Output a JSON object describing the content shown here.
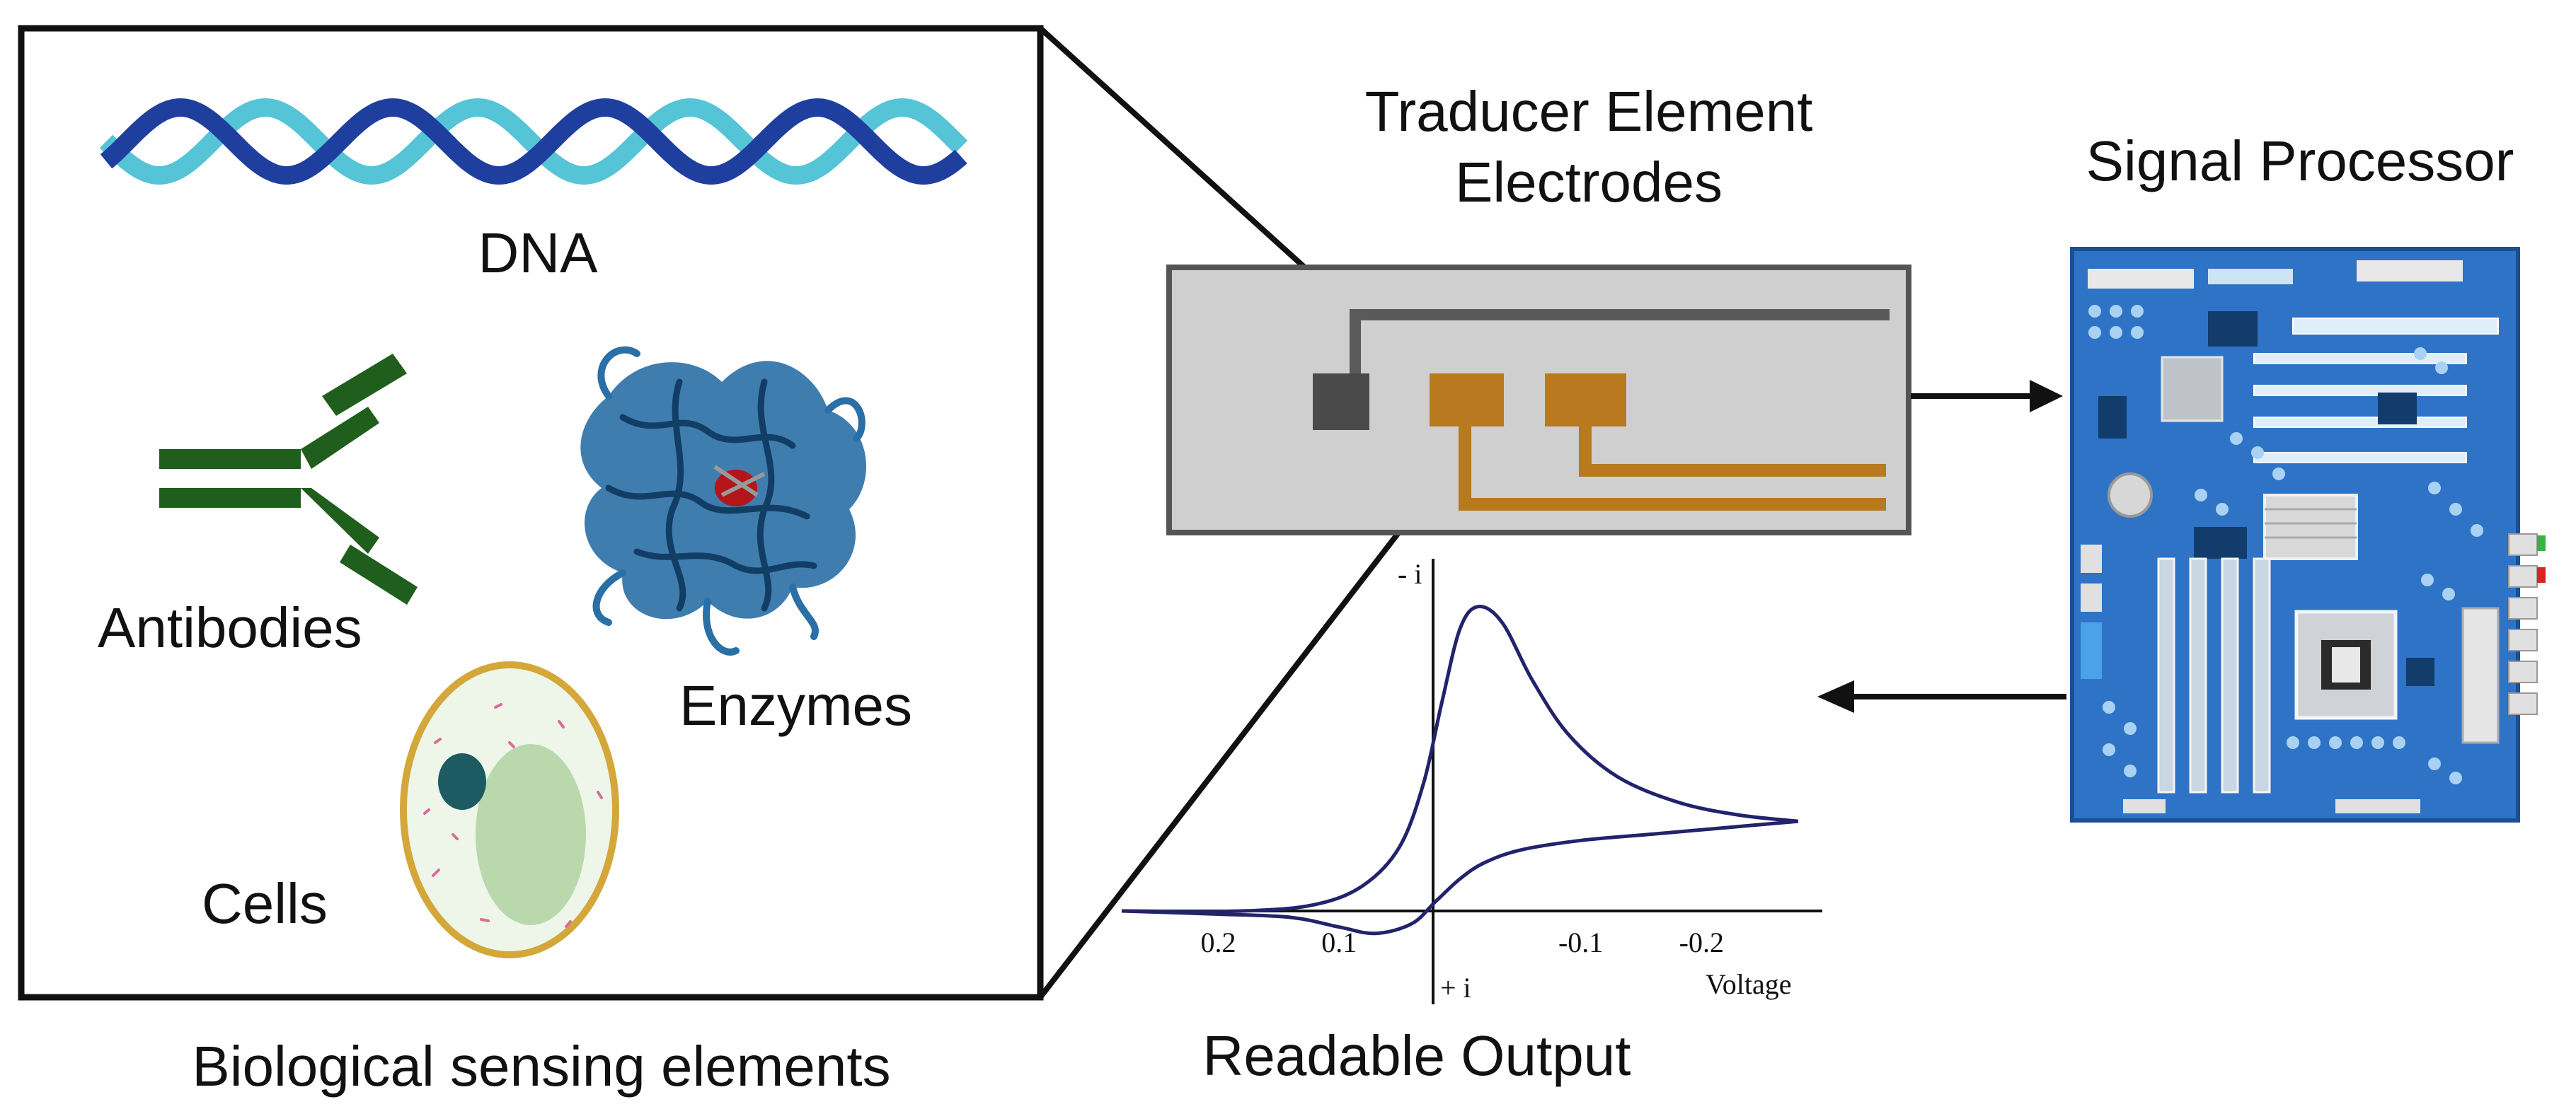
{
  "labels": {
    "dna": "DNA",
    "antibodies": "Antibodies",
    "enzymes": "Enzymes",
    "cells": "Cells",
    "bio_caption": "Biological sensing elements",
    "transducer_line1": "Traducer Element",
    "transducer_line2": "Electrodes",
    "signal_processor": "Signal Processor",
    "readable_output": "Readable Output"
  },
  "colors": {
    "dna_dark": "#1f3f9e",
    "dna_light": "#55c4d6",
    "antibody": "#1f5e1c",
    "enzyme": "#2a6fa5",
    "cell_wall": "#d4a73a",
    "cell_body": "#eef5e9",
    "nucleus": "#1d5b63",
    "vacuole": "#b9d8ac",
    "electrode": "#b8791f",
    "strip": "#cfcfcf",
    "board": "#2f73c6",
    "curve": "#23236b"
  },
  "chart_data": {
    "type": "line",
    "xlabel": "Voltage",
    "y_top_label": "- i",
    "y_bottom_label": "+ i",
    "x_ticks": [
      "0.2",
      "0.1",
      "-0.1",
      "-0.2"
    ],
    "x_tick_values": [
      0.2,
      0.1,
      -0.1,
      -0.2
    ],
    "xlim": [
      0.28,
      -0.3
    ],
    "ylim": [
      -0.25,
      1.0
    ],
    "series": [
      {
        "x": [
          0.28,
          0.18,
          0.12,
          0.08,
          0.05,
          0.03,
          0.015,
          0.0,
          -0.015,
          -0.035,
          -0.06,
          -0.09,
          -0.13,
          -0.18,
          -0.23,
          -0.28
        ],
        "y": [
          0.0,
          0.0,
          0.02,
          0.08,
          0.2,
          0.4,
          0.65,
          0.88,
          0.95,
          0.9,
          0.72,
          0.55,
          0.42,
          0.34,
          0.3,
          0.28
        ]
      },
      {
        "x": [
          -0.28,
          -0.22,
          -0.16,
          -0.1,
          -0.05,
          -0.02,
          0.0,
          0.02,
          0.04,
          0.07,
          0.1,
          0.14,
          0.2,
          0.28
        ],
        "y": [
          0.28,
          0.26,
          0.24,
          0.22,
          0.19,
          0.15,
          0.1,
          0.03,
          -0.04,
          -0.07,
          -0.05,
          -0.02,
          -0.01,
          0.0
        ]
      }
    ]
  }
}
